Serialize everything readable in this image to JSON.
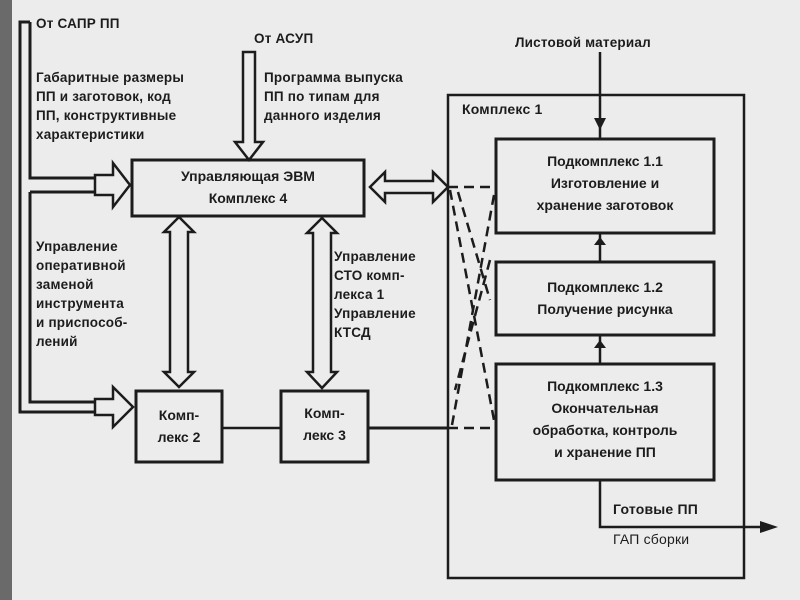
{
  "diagram": {
    "sources": {
      "sapr": "От САПР ПП",
      "asup": "От АСУП",
      "sheet_material": "Листовой материал"
    },
    "notes": {
      "sapr_data": [
        "Габаритные размеры",
        "ПП и заготовок, код",
        "ПП, конструктивные",
        "характеристики"
      ],
      "asup_data": [
        "Программа выпуска",
        "ПП по типам для",
        "данного изделия"
      ],
      "tool_control": [
        "Управление",
        "оперативной",
        "заменой",
        "инструмента",
        "и приспособ-",
        "лений"
      ],
      "sto_control": [
        "Управление",
        "СТО комп-",
        "лекса 1",
        "Управление",
        "КТСД"
      ]
    },
    "blocks": {
      "computer": [
        "Управляющая ЭВМ",
        "Комплекс 4"
      ],
      "complex2": [
        "Комп-",
        "лекс 2"
      ],
      "complex3": [
        "Комп-",
        "лекс 3"
      ],
      "complex1_title": "Комплекс 1",
      "sub1_1": [
        "Подкомплекс 1.1",
        "Изготовление и",
        "хранение заготовок"
      ],
      "sub1_2": [
        "Подкомплекс 1.2",
        "Получение рисунка"
      ],
      "sub1_3": [
        "Подкомплекс 1.3",
        "Окончательная",
        "обработка, контроль",
        "и хранение ПП"
      ]
    },
    "outputs": {
      "finished": "Готовые ПП",
      "assembly": "ГАП сборки"
    }
  }
}
